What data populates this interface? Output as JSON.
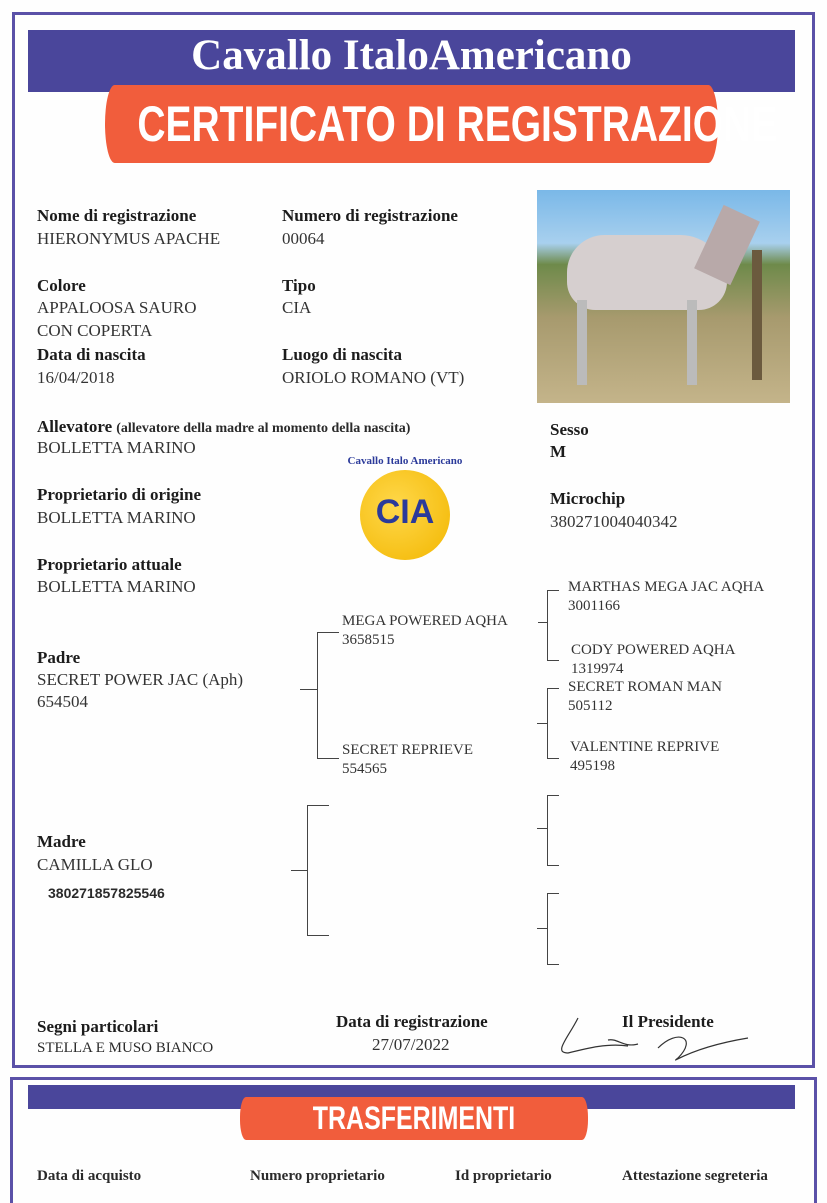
{
  "header": {
    "title": "Cavallo ItaloAmericano",
    "subtitle": "CERTIFICATO DI REGISTRAZIONE"
  },
  "horse": {
    "name_label": "Nome di registrazione",
    "name": "HIERONYMUS APACHE",
    "number_label": "Numero di registrazione",
    "number": "00064",
    "color_label": "Colore",
    "color_line1": "APPALOOSA SAURO",
    "color_line2": "CON COPERTA",
    "type_label": "Tipo",
    "type": "CIA",
    "birth_label": "Data di nascita",
    "birth": "16/04/2018",
    "place_label": "Luogo di nascita",
    "place": "ORIOLO ROMANO (VT)",
    "breeder_label": "Allevatore",
    "breeder_note": "(allevatore della madre al momento della nascita)",
    "breeder": "BOLLETTA MARINO",
    "sex_label": "Sesso",
    "sex": "M",
    "orig_owner_label": "Proprietario di origine",
    "orig_owner": "BOLLETTA MARINO",
    "microchip_label": "Microchip",
    "microchip": "380271004040342",
    "owner_label": "Proprietario attuale",
    "owner": "BOLLETTA MARINO"
  },
  "logo": {
    "arc_text": "Cavallo Italo Americano",
    "center": "CIA"
  },
  "pedigree": {
    "sire_label": "Padre",
    "sire": "SECRET POWER JAC (Aph)",
    "sire_id": "654504",
    "dam_label": "Madre",
    "dam": "CAMILLA GLO",
    "dam_id": "380271857825546",
    "gs1": "MEGA POWERED AQHA",
    "gs1_id": "3658515",
    "gd1": "SECRET REPRIEVE",
    "gd1_id": "554565",
    "ggs1": "MARTHAS MEGA JAC AQHA",
    "ggs1_id": "3001166",
    "ggd1": "CODY POWERED AQHA",
    "ggd1_id": "1319974",
    "ggs2": "SECRET ROMAN MAN",
    "ggs2_id": "505112",
    "ggd2": "VALENTINE REPRIVE",
    "ggd2_id": "495198"
  },
  "footer": {
    "marks_label": "Segni  particolari",
    "marks": "STELLA E MUSO BIANCO",
    "regdate_label": "Data di registrazione",
    "regdate": "27/07/2022",
    "president_label": "Il Presidente"
  },
  "transfers": {
    "title": "TRASFERIMENTI",
    "cols": [
      "Data di acquisto",
      "Numero proprietario",
      "Id proprietario",
      "Attestazione segreteria"
    ]
  }
}
